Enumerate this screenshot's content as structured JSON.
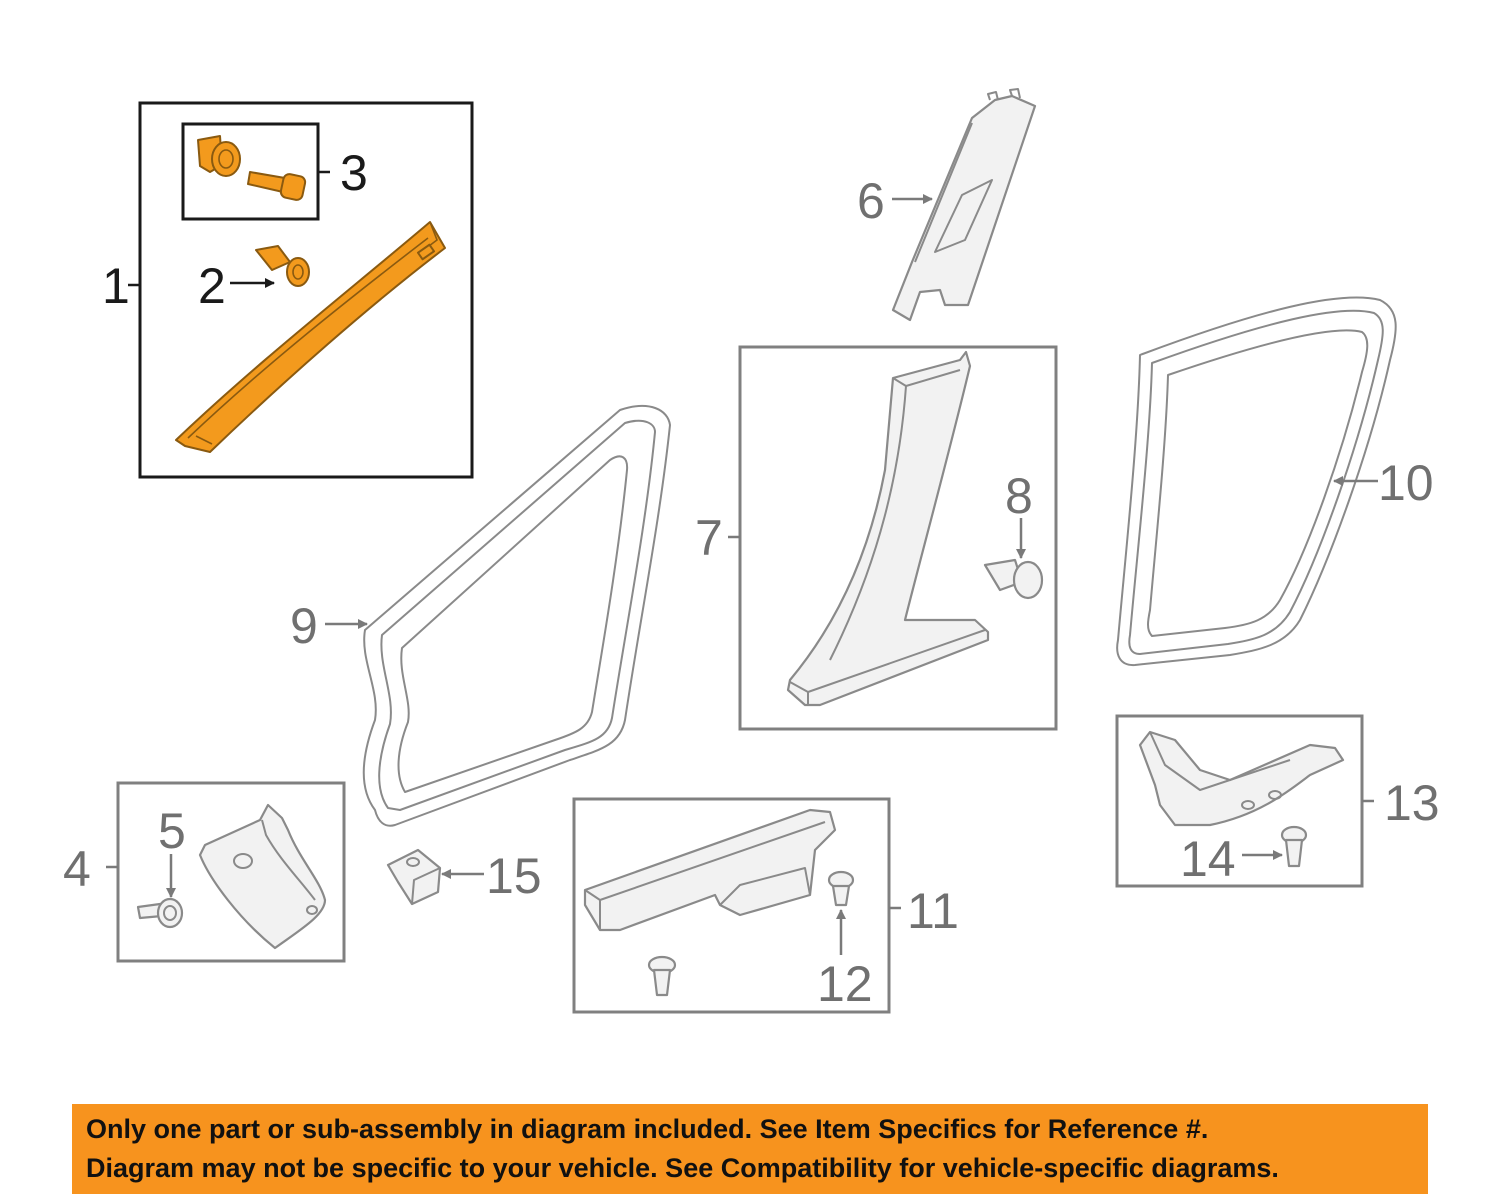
{
  "callouts": {
    "c1": "1",
    "c2": "2",
    "c3": "3",
    "c4": "4",
    "c5": "5",
    "c6": "6",
    "c7": "7",
    "c8": "8",
    "c9": "9",
    "c10": "10",
    "c11": "11",
    "c12": "12",
    "c13": "13",
    "c14": "14",
    "c15": "15"
  },
  "colors": {
    "highlight": "#f39a1d",
    "banner": "#f7931e",
    "line_art": "#8a8a8a"
  },
  "notice": {
    "line1": "Only one part or sub-assembly in diagram included. See Item Specifics for Reference #.",
    "line2": "Diagram may not be specific to your vehicle. See Compatibility for vehicle-specific diagrams."
  }
}
